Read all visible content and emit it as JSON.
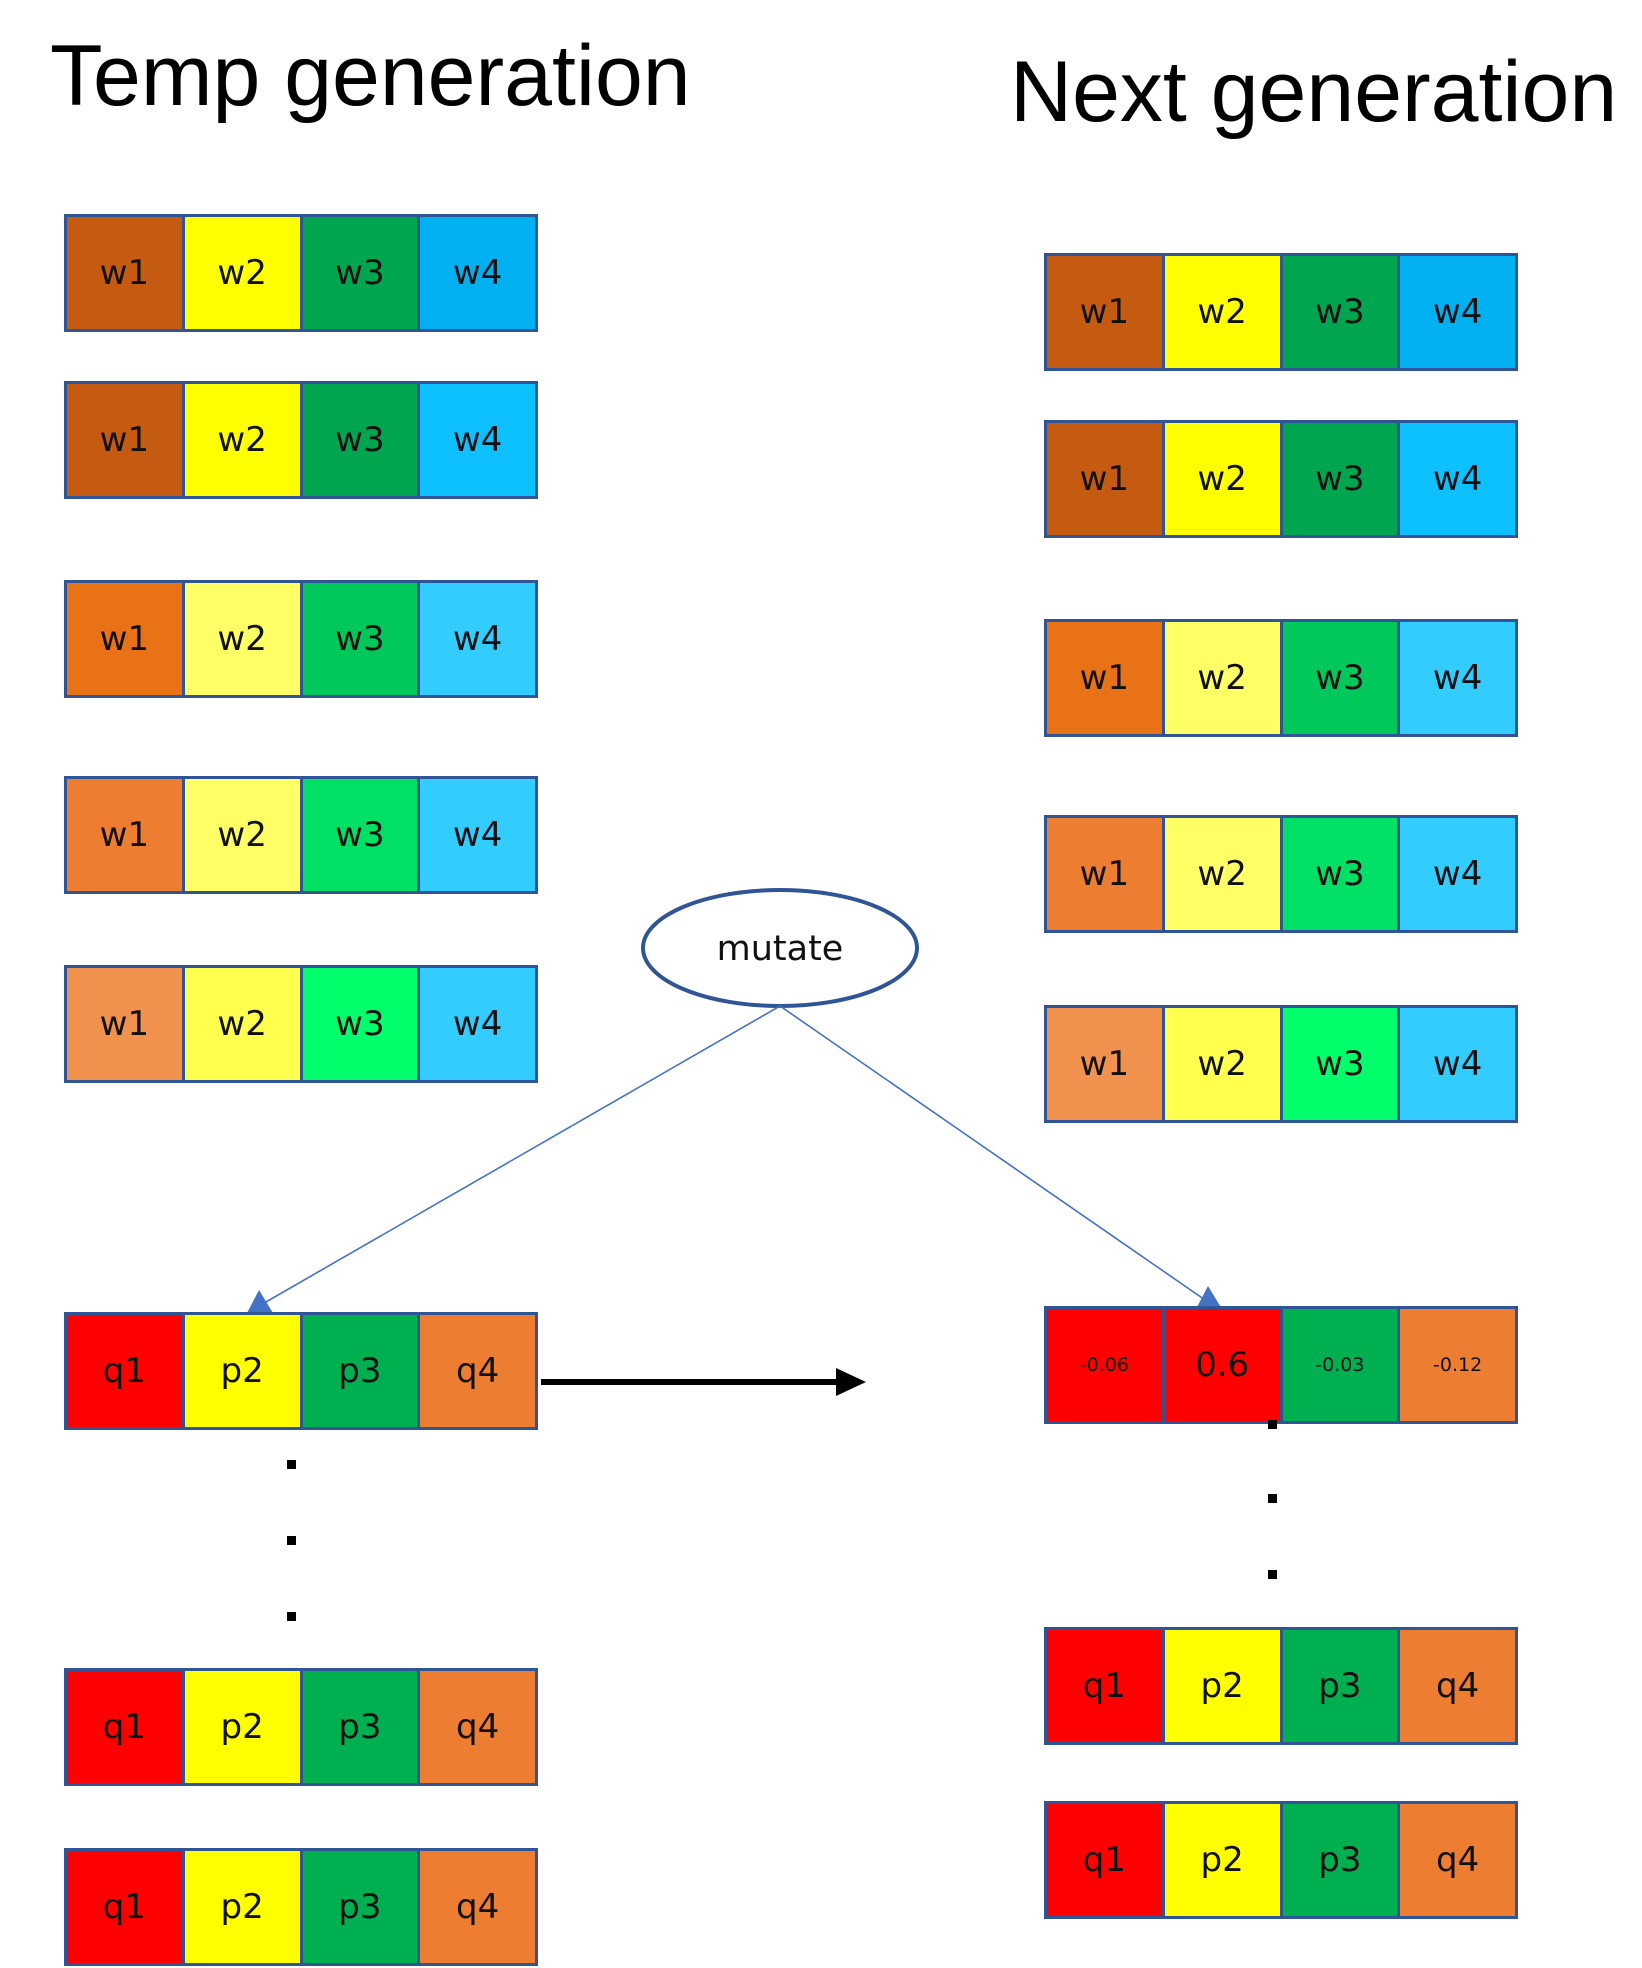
{
  "titles": {
    "temp": "Temp generation",
    "next": "Next generation"
  },
  "ellipse": {
    "label": "mutate"
  },
  "temp_rows": [
    {
      "cells": [
        {
          "label": "w1",
          "color": "#C55A11"
        },
        {
          "label": "w2",
          "color": "#FFFF00"
        },
        {
          "label": "w3",
          "color": "#00A550"
        },
        {
          "label": "w4",
          "color": "#00B0F0"
        }
      ]
    },
    {
      "cells": [
        {
          "label": "w1",
          "color": "#C55A11"
        },
        {
          "label": "w2",
          "color": "#FFFF00"
        },
        {
          "label": "w3",
          "color": "#00A550"
        },
        {
          "label": "w4",
          "color": "#0DC0FF"
        }
      ]
    },
    {
      "cells": [
        {
          "label": "w1",
          "color": "#E97116"
        },
        {
          "label": "w2",
          "color": "#FFFF66"
        },
        {
          "label": "w3",
          "color": "#00C85A"
        },
        {
          "label": "w4",
          "color": "#33CCFF"
        }
      ]
    },
    {
      "cells": [
        {
          "label": "w1",
          "color": "#ED7D31"
        },
        {
          "label": "w2",
          "color": "#FFFF66"
        },
        {
          "label": "w3",
          "color": "#00E064"
        },
        {
          "label": "w4",
          "color": "#33CCFF"
        }
      ]
    },
    {
      "cells": [
        {
          "label": "w1",
          "color": "#F0914D"
        },
        {
          "label": "w2",
          "color": "#FFFF4D"
        },
        {
          "label": "w3",
          "color": "#00FF6A"
        },
        {
          "label": "w4",
          "color": "#33CCFF"
        }
      ]
    },
    {
      "cells": [
        {
          "label": "q1",
          "color": "#FF0000"
        },
        {
          "label": "p2",
          "color": "#FFFF00"
        },
        {
          "label": "p3",
          "color": "#00B050"
        },
        {
          "label": "q4",
          "color": "#ED7D31"
        }
      ]
    },
    {
      "cells": [
        {
          "label": "q1",
          "color": "#FF0000"
        },
        {
          "label": "p2",
          "color": "#FFFF00"
        },
        {
          "label": "p3",
          "color": "#00B050"
        },
        {
          "label": "q4",
          "color": "#ED7D31"
        }
      ]
    },
    {
      "cells": [
        {
          "label": "q1",
          "color": "#FF0000"
        },
        {
          "label": "p2",
          "color": "#FFFF00"
        },
        {
          "label": "p3",
          "color": "#00B050"
        },
        {
          "label": "q4",
          "color": "#ED7D31"
        }
      ]
    }
  ],
  "next_rows": [
    {
      "cells": [
        {
          "label": "w1",
          "color": "#C55A11"
        },
        {
          "label": "w2",
          "color": "#FFFF00"
        },
        {
          "label": "w3",
          "color": "#00A550"
        },
        {
          "label": "w4",
          "color": "#00B0F0"
        }
      ]
    },
    {
      "cells": [
        {
          "label": "w1",
          "color": "#C55A11"
        },
        {
          "label": "w2",
          "color": "#FFFF00"
        },
        {
          "label": "w3",
          "color": "#00A550"
        },
        {
          "label": "w4",
          "color": "#0DC0FF"
        }
      ]
    },
    {
      "cells": [
        {
          "label": "w1",
          "color": "#E97116"
        },
        {
          "label": "w2",
          "color": "#FFFF66"
        },
        {
          "label": "w3",
          "color": "#00C85A"
        },
        {
          "label": "w4",
          "color": "#33CCFF"
        }
      ]
    },
    {
      "cells": [
        {
          "label": "w1",
          "color": "#ED7D31"
        },
        {
          "label": "w2",
          "color": "#FFFF66"
        },
        {
          "label": "w3",
          "color": "#00E064"
        },
        {
          "label": "w4",
          "color": "#33CCFF"
        }
      ]
    },
    {
      "cells": [
        {
          "label": "w1",
          "color": "#F0914D"
        },
        {
          "label": "w2",
          "color": "#FFFF4D"
        },
        {
          "label": "w3",
          "color": "#00FF6A"
        },
        {
          "label": "w4",
          "color": "#33CCFF"
        }
      ]
    },
    {
      "cells": [
        {
          "label": "-0.06",
          "color": "#FF0000"
        },
        {
          "label": "0.6",
          "color": "#FF0000"
        },
        {
          "label": "-0.03",
          "color": "#00B050"
        },
        {
          "label": "-0.12",
          "color": "#ED7D31"
        }
      ]
    },
    {
      "cells": [
        {
          "label": "q1",
          "color": "#FF0000"
        },
        {
          "label": "p2",
          "color": "#FFFF00"
        },
        {
          "label": "p3",
          "color": "#00B050"
        },
        {
          "label": "q4",
          "color": "#ED7D31"
        }
      ]
    },
    {
      "cells": [
        {
          "label": "q1",
          "color": "#FF0000"
        },
        {
          "label": "p2",
          "color": "#FFFF00"
        },
        {
          "label": "p3",
          "color": "#00B050"
        },
        {
          "label": "q4",
          "color": "#ED7D31"
        }
      ]
    }
  ],
  "colors": {
    "border": "#2F5597",
    "connector": "#4472C4",
    "arrow": "#000000"
  }
}
